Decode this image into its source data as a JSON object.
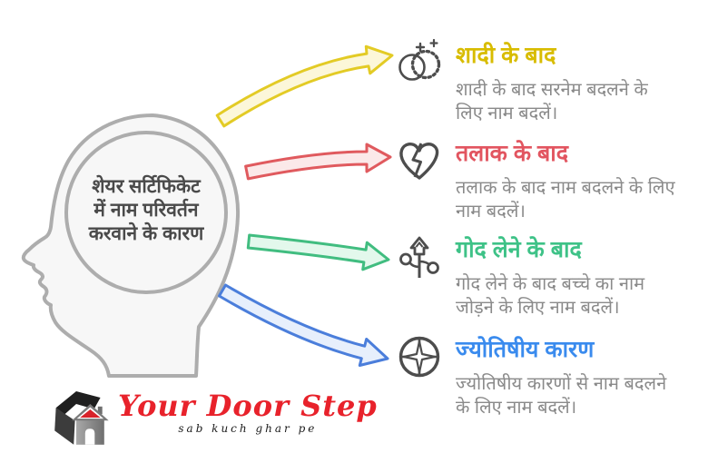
{
  "head": {
    "lines": [
      "शेयर सर्टिफिकेट",
      "में नाम परिवर्तन",
      "करवाने के कारण"
    ],
    "text_color": "#4A4A4A",
    "fill": "#F7F7F7",
    "outline": "#ADADAD"
  },
  "items": [
    {
      "icon": "wedding-rings-icon",
      "title": "शादी के बाद",
      "title_color": "#D8BC00",
      "desc_lines": [
        "शादी के बाद सरनेम बदलने के",
        "लिए नाम बदलें।"
      ],
      "arrow": {
        "fill": "#FCF7D9",
        "stroke": "#E3CB25"
      }
    },
    {
      "icon": "broken-heart-icon",
      "title": "तलाक के बाद",
      "title_color": "#E25560",
      "desc_lines": [
        "तलाक के बाद नाम बदलने के लिए",
        "नाम बदलें।"
      ],
      "arrow": {
        "fill": "#FBE9E9",
        "stroke": "#E05A5E"
      }
    },
    {
      "icon": "adoption-branches-icon",
      "title": "गोद लेने के बाद",
      "title_color": "#3EC287",
      "desc_lines": [
        "गोद लेने के बाद बच्चे का नाम",
        "जोड़ने के लिए नाम बदलें।"
      ],
      "arrow": {
        "fill": "#E3F8EC",
        "stroke": "#41BD80"
      }
    },
    {
      "icon": "astrology-compass-icon",
      "title": "ज्योतिषीय कारण",
      "title_color": "#3A8BEE",
      "desc_lines": [
        "ज्योतिषीय कारणों से नाम बदलने",
        "के लिए नाम बदलें।"
      ],
      "arrow": {
        "fill": "#E7EFFC",
        "stroke": "#4B7EDB"
      }
    }
  ],
  "logo": {
    "name": "Your Door Step",
    "name_color": "#E8222B",
    "tagline": "sab kuch ghar pe"
  }
}
